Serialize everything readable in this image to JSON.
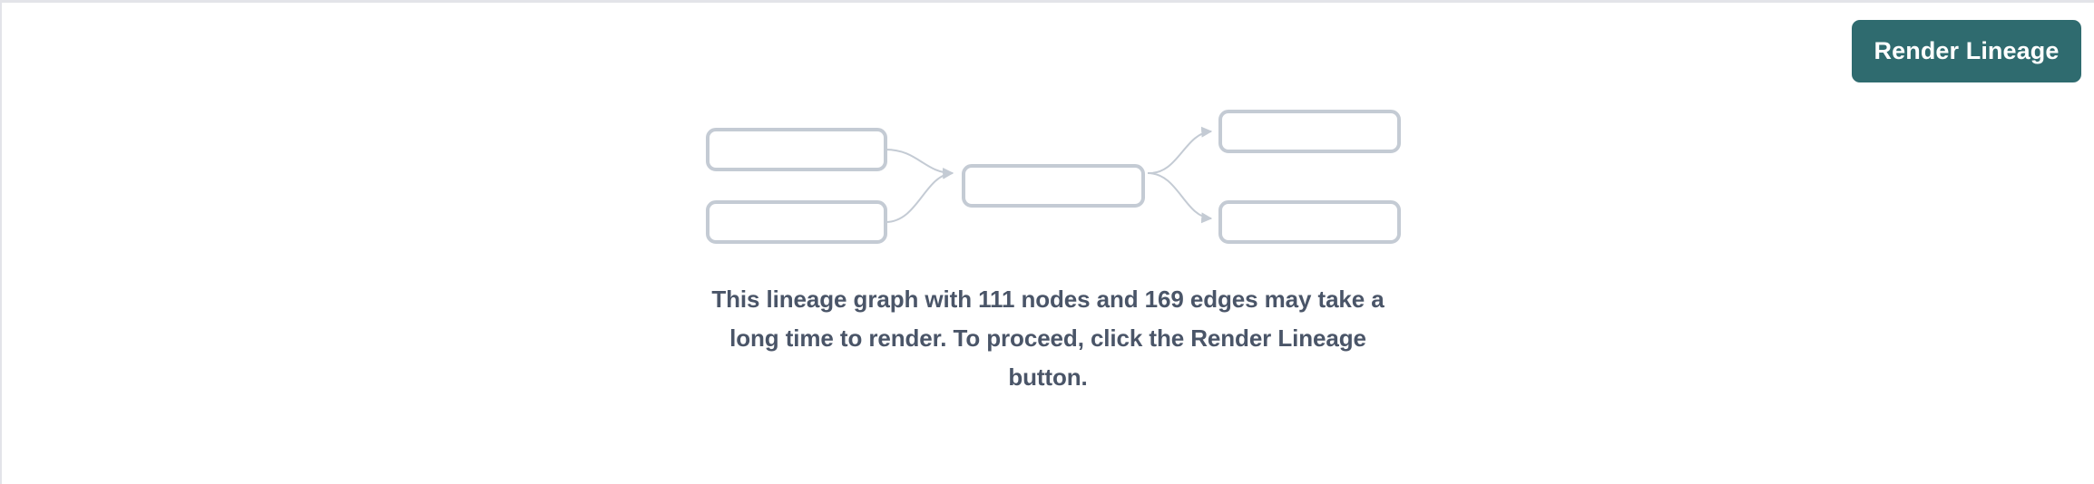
{
  "colors": {
    "button_background": "#2f6b6f",
    "button_text": "#ffffff",
    "message_text": "#4a5568",
    "node_stroke": "#c4cbd4",
    "edge_stroke": "#c4cbd4",
    "page_background": "#ffffff",
    "frame_border": "#e3e4e9"
  },
  "toolbar": {
    "render_lineage_label": "Render Lineage"
  },
  "empty_state": {
    "message": "This lineage graph with 111 nodes and 169 edges may take a long time to render. To proceed, click the Render Lineage button.",
    "node_count": 111,
    "edge_count": 169,
    "graph": {
      "nodes": [
        {
          "id": "left-top",
          "label": ""
        },
        {
          "id": "left-bottom",
          "label": ""
        },
        {
          "id": "center",
          "label": ""
        },
        {
          "id": "right-top",
          "label": ""
        },
        {
          "id": "right-bottom",
          "label": ""
        }
      ],
      "edges": [
        {
          "from": "left-top",
          "to": "center"
        },
        {
          "from": "left-bottom",
          "to": "center"
        },
        {
          "from": "center",
          "to": "right-top"
        },
        {
          "from": "center",
          "to": "right-bottom"
        }
      ]
    }
  }
}
